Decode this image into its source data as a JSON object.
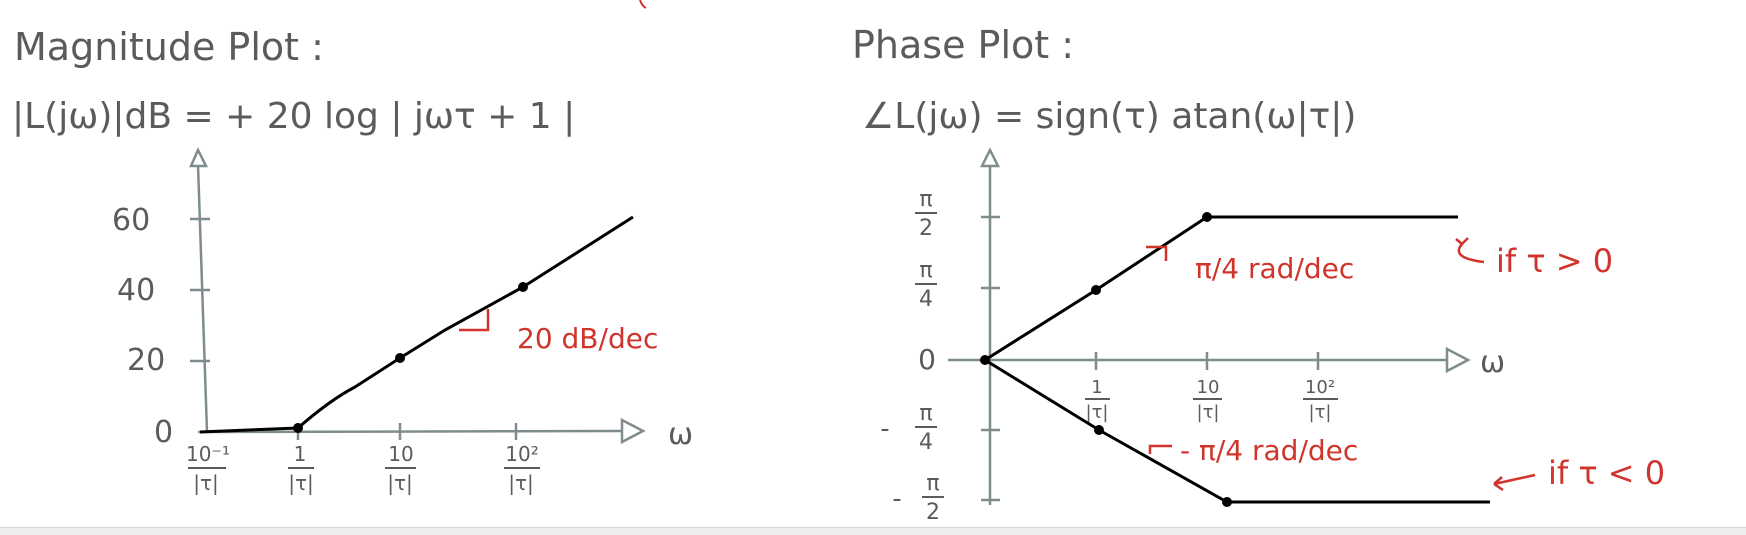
{
  "magnitude": {
    "heading": "Magnitude Plot :",
    "equation": "|L(jω)|dB = + 20 log | jωτ + 1 |",
    "y_ticks": [
      "60",
      "40",
      "20",
      "0"
    ],
    "x_ticks": [
      {
        "num": "10⁻¹",
        "den": "|τ|"
      },
      {
        "num": "1",
        "den": "|τ|"
      },
      {
        "num": "10",
        "den": "|τ|"
      },
      {
        "num": "10²",
        "den": "|τ|"
      }
    ],
    "x_axis_label": "ω",
    "slope_label": "20 dB/dec"
  },
  "phase": {
    "heading": "Phase Plot :",
    "equation": "∠L(jω) =  sign(τ) atan(ω|τ|)",
    "y_ticks": [
      {
        "sign": "",
        "num": "π",
        "den": "2"
      },
      {
        "sign": "",
        "num": "π",
        "den": "4"
      },
      {
        "sign": "",
        "num": "0",
        "den": ""
      },
      {
        "sign": "-",
        "num": "π",
        "den": "4"
      },
      {
        "sign": "-",
        "num": "π",
        "den": "2"
      }
    ],
    "x_ticks": [
      {
        "num": "1",
        "den": "|τ|"
      },
      {
        "num": "10",
        "den": "|τ|"
      },
      {
        "num": "10²",
        "den": "|τ|"
      }
    ],
    "x_axis_label": "ω",
    "slope_pos_label": "π/4 rad/dec",
    "slope_neg_label": "- π/4 rad/dec",
    "case_pos_label": "if  τ > 0",
    "case_neg_label": "if  τ < 0"
  },
  "colors": {
    "ink": "#5b5b5b",
    "curve": "#000000",
    "annotation": "#d0342c",
    "axis": "#7f8c8d"
  }
}
